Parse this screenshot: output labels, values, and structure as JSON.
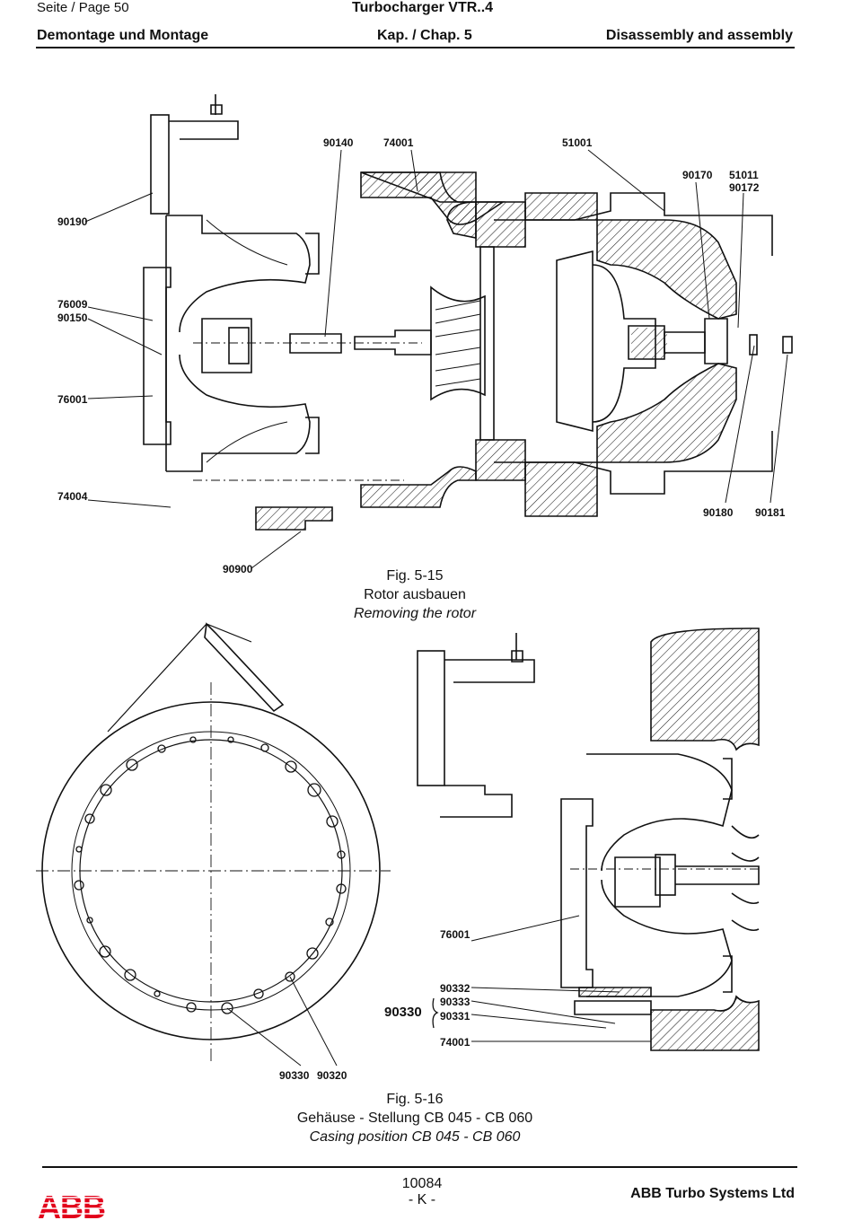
{
  "header": {
    "page_label": "Seite / Page  50",
    "product": "Turbocharger VTR..4",
    "section_de": "Demontage und Montage",
    "chapter": "Kap. / Chap. 5",
    "section_en": "Disassembly and assembly"
  },
  "figure1": {
    "number": "Fig. 5-15",
    "title_de": "Rotor ausbauen",
    "title_en": "Removing the rotor",
    "callouts": [
      "90140",
      "74001",
      "51001",
      "90170",
      "51011",
      "90172",
      "90190",
      "76009",
      "90150",
      "76001",
      "74004",
      "90900",
      "90180",
      "90181"
    ]
  },
  "figure2": {
    "number": "Fig. 5-16",
    "title_de": "Gehäuse - Stellung  CB 045 - CB 060",
    "title_en": "Casing position CB 045 - CB 060",
    "callouts": [
      "76001",
      "90330",
      "90332",
      "90333",
      "90331",
      "74001",
      "90330",
      "90320"
    ]
  },
  "footer": {
    "doc_number": "10084",
    "revision": "- K -",
    "logo_text": "ABB",
    "company": "ABB Turbo Systems Ltd",
    "logo_color": "#e2001a"
  }
}
